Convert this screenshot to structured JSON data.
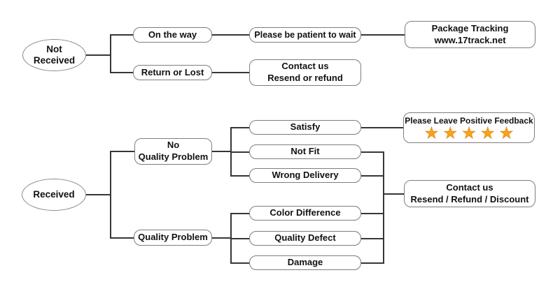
{
  "flowchart": {
    "not_received": {
      "lines": [
        "Not",
        "Received"
      ]
    },
    "on_the_way": {
      "label": "On the way"
    },
    "please_be_patient": {
      "label": "Please be patient to wait"
    },
    "package_tracking": {
      "lines": [
        "Package Tracking",
        "www.17track.net"
      ]
    },
    "return_or_lost": {
      "label": "Return or Lost"
    },
    "contact_us_top": {
      "lines": [
        "Contact us",
        "Resend or refund"
      ]
    },
    "received": {
      "label": "Received"
    },
    "no_quality_problem": {
      "lines": [
        "No",
        "Quality Problem"
      ]
    },
    "quality_problem": {
      "label": "Quality Problem"
    },
    "satisfy": {
      "label": "Satisfy"
    },
    "not_fit": {
      "label": "Not Fit"
    },
    "wrong_delivery": {
      "label": "Wrong Delivery"
    },
    "color_difference": {
      "label": "Color Difference"
    },
    "quality_defect": {
      "label": "Quality Defect"
    },
    "damage": {
      "label": "Damage"
    },
    "positive_feedback": {
      "label": "Please Leave Positive Feedback",
      "stars": {
        "icon": "star-icon",
        "count": 5,
        "glyph": "★",
        "color": "#F9A21B"
      }
    },
    "contact_us_bottom": {
      "lines": [
        "Contact us",
        "Resend / Refund / Discount"
      ]
    }
  },
  "colors": {
    "background": "#ffffff",
    "line": "#363636",
    "box_border": "#7e7e7e",
    "text": "#111111",
    "star": "#F9A21B"
  }
}
